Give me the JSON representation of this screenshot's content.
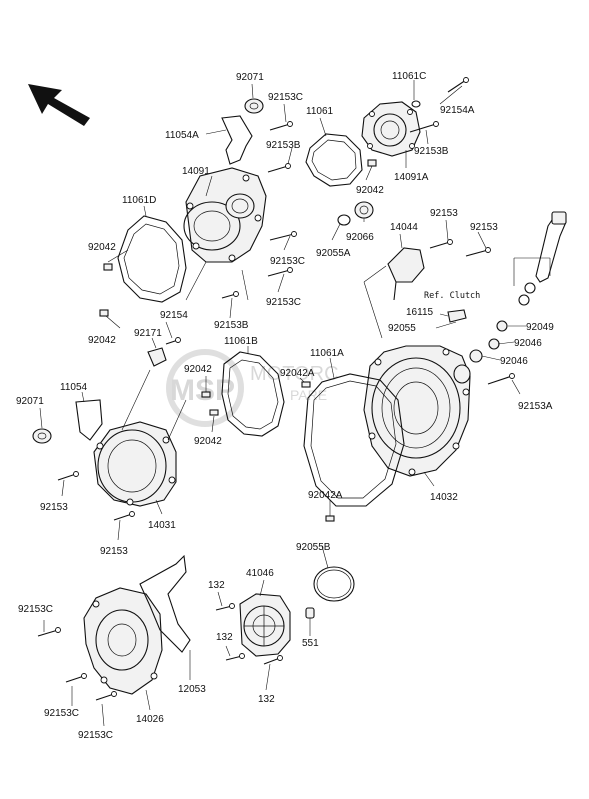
{
  "diagram": {
    "ref_note": "Ref. Clutch",
    "watermark": {
      "brand_short": "MSP",
      "brand_top": "MOTORC",
      "brand_bottom": "PARE"
    },
    "part_labels": [
      "92071",
      "11061C",
      "92153C",
      "92154A",
      "11061",
      "11054A",
      "92153B",
      "14091",
      "92153B",
      "14091A",
      "11061D",
      "92042",
      "92066",
      "92055A",
      "92042",
      "14044",
      "92153",
      "92153",
      "92153C",
      "92153C",
      "Ref. Clutch",
      "16115",
      "92153B",
      "92042",
      "92055",
      "92049",
      "92154",
      "92171",
      "11061B",
      "11061A",
      "92046",
      "92042",
      "92042A",
      "92046",
      "11054",
      "92071",
      "92153A",
      "92042",
      "92153",
      "14032",
      "14031",
      "92042A",
      "92153",
      "92055B",
      "41046",
      "132",
      "92153C",
      "132",
      "551",
      "12053",
      "132",
      "92153C",
      "14026",
      "92153C"
    ]
  }
}
